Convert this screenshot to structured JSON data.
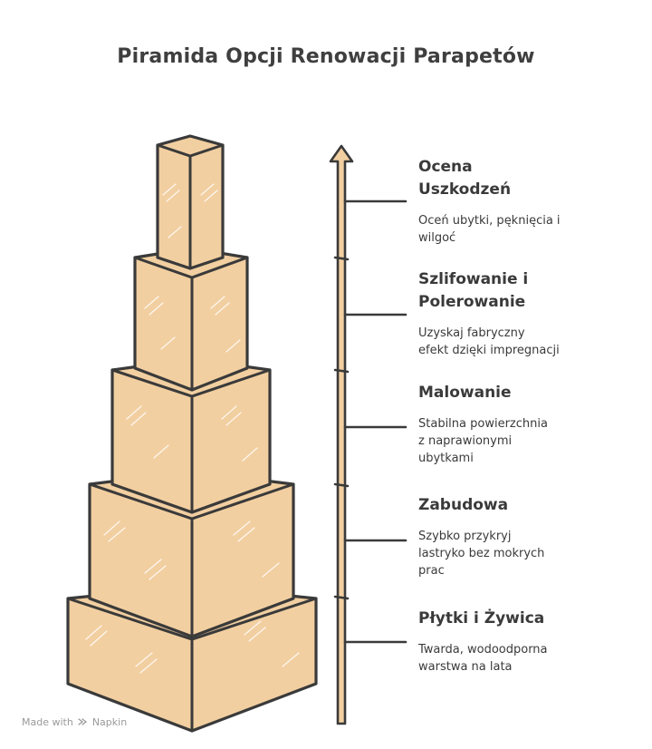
{
  "title": "Piramida Opcji Renowacji Parapetów",
  "colors": {
    "block_fill": "#F2CFA1",
    "stroke": "#3a3a3a",
    "text": "#3a3a3a",
    "watermark": "#9a9a9a"
  },
  "levels": [
    {
      "heading_lines": [
        "Ocena",
        "Uszkodzeń"
      ],
      "description_lines": [
        "Oceń ubytki, pęknięcia i",
        "wilgoć"
      ]
    },
    {
      "heading_lines": [
        "Szlifowanie i",
        "Polerowanie"
      ],
      "description_lines": [
        "Uzyskaj fabryczny",
        "efekt dzięki impregnacji"
      ]
    },
    {
      "heading_lines": [
        "Malowanie"
      ],
      "description_lines": [
        "Stabilna powierzchnia",
        "z naprawionymi",
        "ubytkami"
      ]
    },
    {
      "heading_lines": [
        "Zabudowa"
      ],
      "description_lines": [
        "Szybko przykryj",
        "lastryko bez mokrych",
        "prac"
      ]
    },
    {
      "heading_lines": [
        "Płytki i Żywica"
      ],
      "description_lines": [
        "Twarda, wodoodporna",
        "warstwa na lata"
      ]
    }
  ],
  "watermark": {
    "prefix": "Made with",
    "brand": "Napkin",
    "icon": "napkin-logo-icon"
  }
}
